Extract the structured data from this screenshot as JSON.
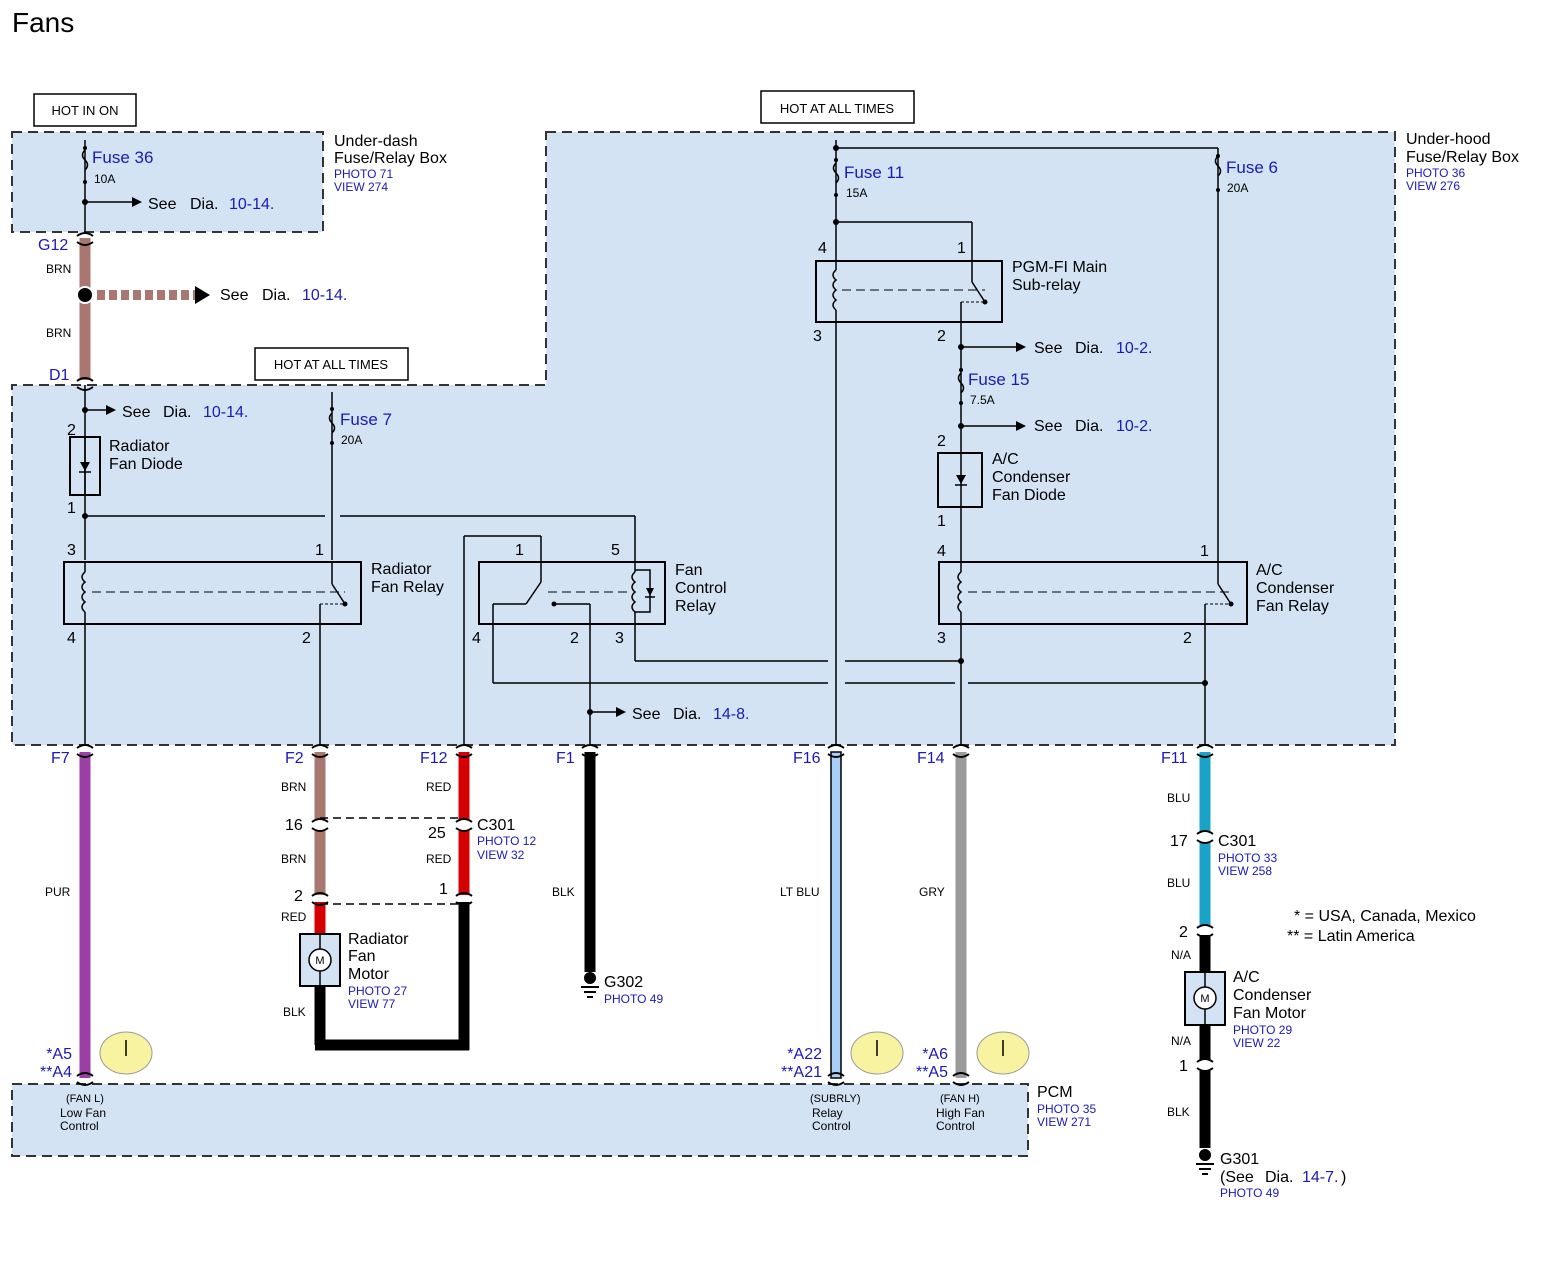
{
  "title": "Fans",
  "hot": {
    "ign": "HOT IN ON",
    "all_top": "HOT AT ALL TIMES",
    "all_mid": "HOT AT ALL TIMES"
  },
  "boxes": {
    "underdash": {
      "line1": "Under-dash",
      "line2": "Fuse/Relay Box",
      "photo": "PHOTO 71",
      "view": "VIEW 274"
    },
    "underhood": {
      "line1": "Under-hood",
      "line2": "Fuse/Relay Box",
      "photo": "PHOTO 36",
      "view": "VIEW 276"
    }
  },
  "fuses": {
    "f36": {
      "name": "Fuse 36",
      "amp": "10A"
    },
    "f11": {
      "name": "Fuse 11",
      "amp": "15A"
    },
    "f6": {
      "name": "Fuse 6",
      "amp": "20A"
    },
    "f7": {
      "name": "Fuse 7",
      "amp": "20A"
    },
    "f15": {
      "name": "Fuse 15",
      "amp": "7.5A"
    }
  },
  "see": {
    "prefix": "See",
    "dia": "Dia.",
    "r1014": "10-14.",
    "r102": "10-2.",
    "r148": "14-8.",
    "r147": "14-7.",
    "end": ")"
  },
  "components": {
    "pgm": {
      "l1": "PGM-FI Main",
      "l2": "Sub-relay"
    },
    "rad_diode": {
      "l1": "Radiator",
      "l2": "Fan Diode"
    },
    "ac_diode": {
      "l1": "A/C",
      "l2": "Condenser",
      "l3": "Fan Diode"
    },
    "rad_relay": {
      "l1": "Radiator",
      "l2": "Fan Relay"
    },
    "fan_ctrl": {
      "l1": "Fan",
      "l2": "Control",
      "l3": "Relay"
    },
    "ac_relay": {
      "l1": "A/C",
      "l2": "Condenser",
      "l3": "Fan Relay"
    },
    "rad_motor": {
      "l1": "Radiator",
      "l2": "Fan",
      "l3": "Motor",
      "photo": "PHOTO 27",
      "view": "VIEW 77",
      "m": "M"
    },
    "ac_motor": {
      "l1": "A/C",
      "l2": "Condenser",
      "l3": "Fan Motor",
      "photo": "PHOTO 29",
      "view": "VIEW 22",
      "m": "M"
    },
    "pcm": {
      "name": "PCM",
      "photo": "PHOTO 35",
      "view": "VIEW 271"
    }
  },
  "connectors": {
    "g12": "G12",
    "d1": "D1",
    "f7": "F7",
    "f2": "F2",
    "f12": "F12",
    "f1": "F1",
    "f16": "F16",
    "f14": "F14",
    "f11": "F11",
    "c301": "C301",
    "c301_photo": "PHOTO 12",
    "c301_view": "VIEW 32",
    "c301b": "C301",
    "c301b_photo": "PHOTO 33",
    "c301b_view": "VIEW 258",
    "g302": "G302",
    "g302_photo": "PHOTO 49",
    "g301": "G301",
    "g301_see": "(See",
    "g301_photo": "PHOTO 49",
    "a5": "*A5",
    "a4": "**A4",
    "a22": "*A22",
    "a21": "**A21",
    "a6": "*A6",
    "a5b": "**A5"
  },
  "pins": {
    "p4a": "4",
    "p1a": "1",
    "p3a": "3",
    "p2a": "2",
    "p2b": "2",
    "p1b": "1",
    "p2c": "2",
    "p1c": "1",
    "p3r": "3",
    "p1r": "1",
    "p4r": "4",
    "p2r": "2",
    "p1f": "1",
    "p5f": "5",
    "p4f": "4",
    "p2f": "2",
    "p3f": "3",
    "p4ac": "4",
    "p1ac": "1",
    "p3ac": "3",
    "p2ac": "2",
    "p16": "16",
    "p25": "25",
    "p2m": "2",
    "p1m": "1",
    "p17": "17",
    "p2ad": "2",
    "p1ad": "1"
  },
  "wires": {
    "brn1": "BRN",
    "brn2": "BRN",
    "brn3": "BRN",
    "brn4": "BRN",
    "red1": "RED",
    "red2": "RED",
    "red3": "RED",
    "pur": "PUR",
    "blk1": "BLK",
    "blk2": "BLK",
    "blk3": "BLK",
    "ltblu": "LT BLU",
    "gry": "GRY",
    "blu1": "BLU",
    "blu2": "BLU",
    "na1": "N/A",
    "na2": "N/A"
  },
  "pcm_terms": {
    "t1": {
      "code": "(FAN L)",
      "l1": "Low Fan",
      "l2": "Control"
    },
    "t2": {
      "code": "(SUBRLY)",
      "l1": "Relay",
      "l2": "Control"
    },
    "t3": {
      "code": "(FAN H)",
      "l1": "High Fan",
      "l2": "Control"
    }
  },
  "notes": {
    "n1": "* = USA, Canada, Mexico",
    "n2": "** = Latin America"
  },
  "colors": {
    "box_fill": "#d3e3f3",
    "pcm_fill": "#d3e3f3",
    "brn": "#a97670",
    "red": "#d50000",
    "pur": "#9b3fa6",
    "blk": "#000000",
    "ltblu": "#a8d0f7",
    "gry": "#9a9a9a",
    "blu": "#1aa3c8",
    "ref": "#1a1ab8",
    "bulb": "#f7f3a0"
  }
}
